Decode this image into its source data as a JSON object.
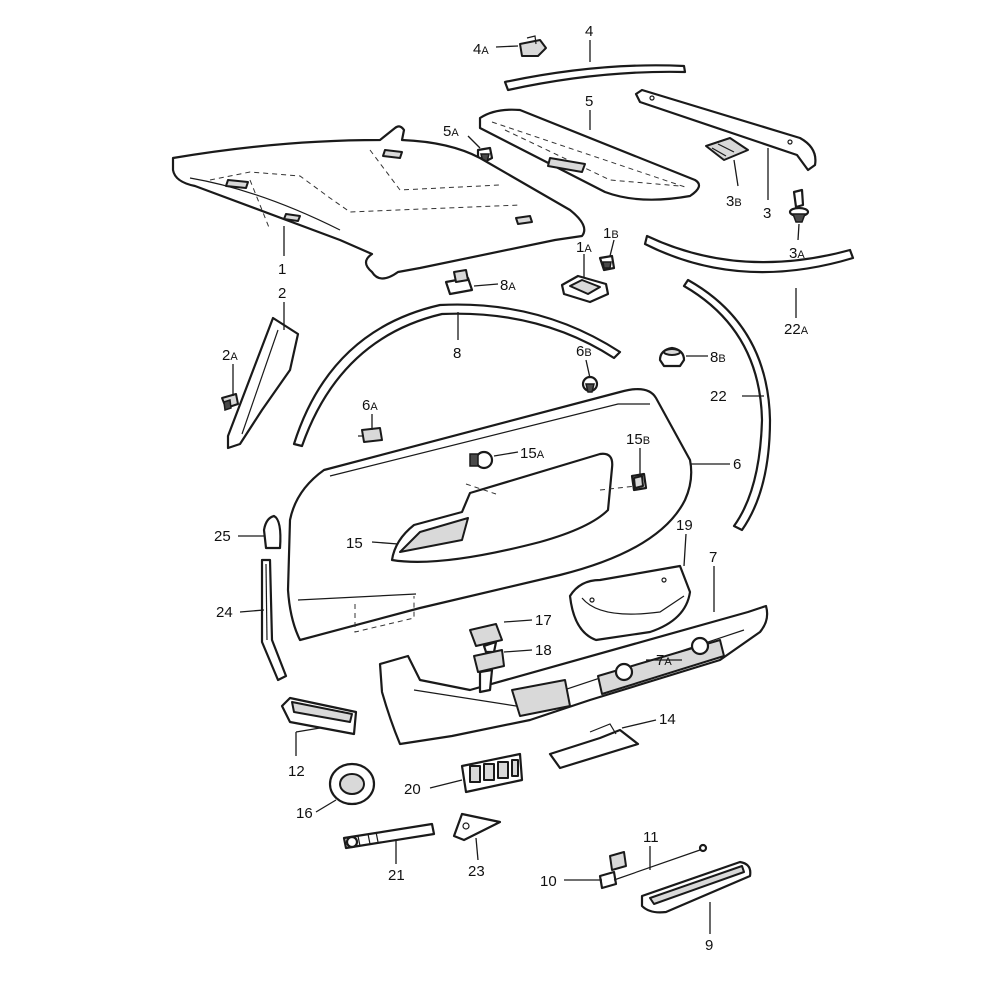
{
  "callouts": [
    {
      "id": "c1",
      "num": "1",
      "sub": ""
    },
    {
      "id": "c1a",
      "num": "1",
      "sub": "A"
    },
    {
      "id": "c1b",
      "num": "1",
      "sub": "B"
    },
    {
      "id": "c2",
      "num": "2",
      "sub": ""
    },
    {
      "id": "c2a",
      "num": "2",
      "sub": "A"
    },
    {
      "id": "c3",
      "num": "3",
      "sub": ""
    },
    {
      "id": "c3a",
      "num": "3",
      "sub": "A"
    },
    {
      "id": "c3b",
      "num": "3",
      "sub": "B"
    },
    {
      "id": "c4",
      "num": "4",
      "sub": ""
    },
    {
      "id": "c4a",
      "num": "4",
      "sub": "A"
    },
    {
      "id": "c5",
      "num": "5",
      "sub": ""
    },
    {
      "id": "c5a",
      "num": "5",
      "sub": "A"
    },
    {
      "id": "c6",
      "num": "6",
      "sub": ""
    },
    {
      "id": "c6a",
      "num": "6",
      "sub": "A"
    },
    {
      "id": "c6b",
      "num": "6",
      "sub": "B"
    },
    {
      "id": "c7",
      "num": "7",
      "sub": ""
    },
    {
      "id": "c7a",
      "num": "7",
      "sub": "A"
    },
    {
      "id": "c8",
      "num": "8",
      "sub": ""
    },
    {
      "id": "c8a",
      "num": "8",
      "sub": "A"
    },
    {
      "id": "c8b",
      "num": "8",
      "sub": "B"
    },
    {
      "id": "c9",
      "num": "9",
      "sub": ""
    },
    {
      "id": "c10",
      "num": "10",
      "sub": ""
    },
    {
      "id": "c11",
      "num": "11",
      "sub": ""
    },
    {
      "id": "c12",
      "num": "12",
      "sub": ""
    },
    {
      "id": "c14",
      "num": "14",
      "sub": ""
    },
    {
      "id": "c15",
      "num": "15",
      "sub": ""
    },
    {
      "id": "c15a",
      "num": "15",
      "sub": "A"
    },
    {
      "id": "c15b",
      "num": "15",
      "sub": "B"
    },
    {
      "id": "c16",
      "num": "16",
      "sub": ""
    },
    {
      "id": "c17",
      "num": "17",
      "sub": ""
    },
    {
      "id": "c18",
      "num": "18",
      "sub": ""
    },
    {
      "id": "c19",
      "num": "19",
      "sub": ""
    },
    {
      "id": "c20",
      "num": "20",
      "sub": ""
    },
    {
      "id": "c21",
      "num": "21",
      "sub": ""
    },
    {
      "id": "c22",
      "num": "22",
      "sub": ""
    },
    {
      "id": "c22a",
      "num": "22",
      "sub": "A"
    },
    {
      "id": "c23",
      "num": "23",
      "sub": ""
    },
    {
      "id": "c24",
      "num": "24",
      "sub": ""
    },
    {
      "id": "c25",
      "num": "25",
      "sub": ""
    }
  ]
}
